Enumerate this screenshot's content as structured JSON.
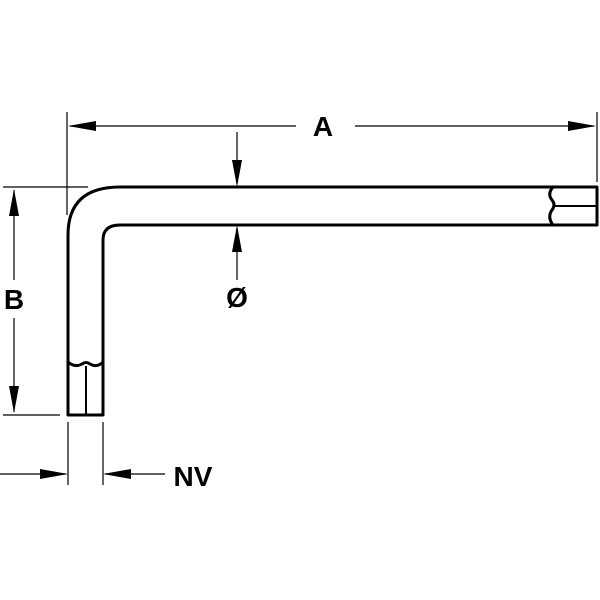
{
  "drawing": {
    "labels": {
      "length": "A",
      "height": "B",
      "diameter": "Ø",
      "hex_size": "NV"
    },
    "line_color": "#000000",
    "background_color": "#ffffff"
  }
}
